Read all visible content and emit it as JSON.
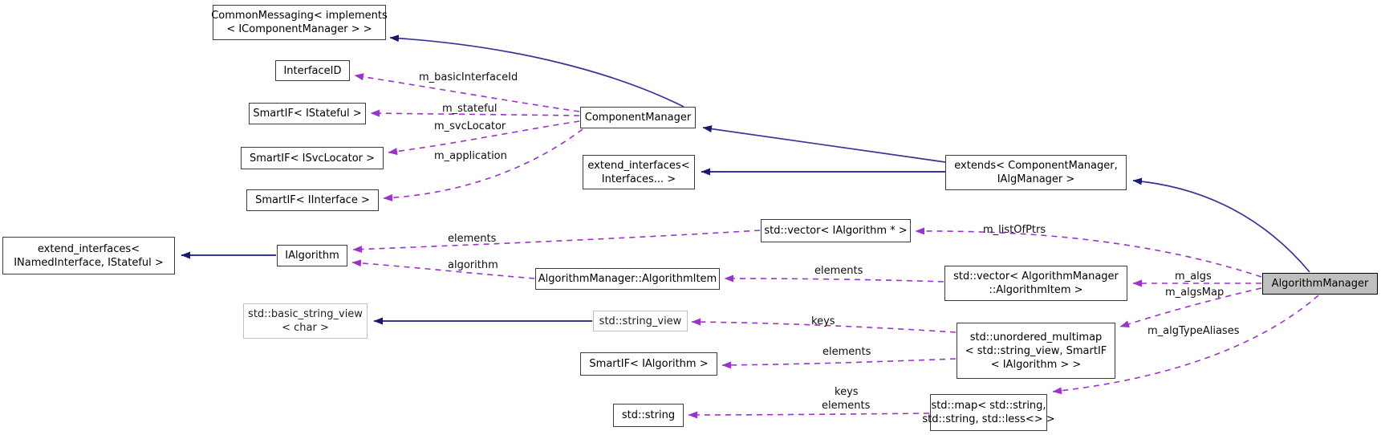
{
  "diagram": {
    "type": "doxygen-collaboration-graph",
    "focus_class": "AlgorithmManager",
    "colors": {
      "inheritance_edge": "#191970",
      "usage_edge": "#9a32cd",
      "highlight_fill": "#bfbfbf",
      "node_border": "#3c3c3c",
      "external_node_border": "#c0c0c0",
      "background": "#ffffff"
    },
    "nodes": {
      "common_messaging": {
        "lines": [
          "CommonMessaging< implements",
          "< IComponentManager > >"
        ]
      },
      "interface_id": {
        "lines": [
          "InterfaceID"
        ]
      },
      "smartif_istateful": {
        "lines": [
          "SmartIF< IStateful >"
        ]
      },
      "smartif_isvclocator": {
        "lines": [
          "SmartIF< ISvcLocator >"
        ]
      },
      "smartif_iinterface": {
        "lines": [
          "SmartIF< IInterface >"
        ]
      },
      "component_manager": {
        "lines": [
          "ComponentManager"
        ]
      },
      "extend_interfaces_variadic": {
        "lines": [
          "extend_interfaces<",
          "Interfaces... >"
        ]
      },
      "extends_cm": {
        "lines": [
          "extends< ComponentManager,",
          "IAlgManager >"
        ]
      },
      "extend_interfaces_named": {
        "lines": [
          "extend_interfaces<",
          "INamedInterface, IStateful >"
        ]
      },
      "ialgorithm": {
        "lines": [
          "IAlgorithm"
        ]
      },
      "algorithm_item": {
        "lines": [
          "AlgorithmManager::AlgorithmItem"
        ]
      },
      "vector_ialgorithm_ptr": {
        "lines": [
          "std::vector< IAlgorithm * >"
        ]
      },
      "vector_algorithm_item": {
        "lines": [
          "std::vector< AlgorithmManager",
          "::AlgorithmItem >"
        ]
      },
      "basic_string_view": {
        "lines": [
          "std::basic_string_view",
          "< char >"
        ]
      },
      "string_view": {
        "lines": [
          "std::string_view"
        ]
      },
      "smartif_ialgorithm": {
        "lines": [
          "SmartIF< IAlgorithm >"
        ]
      },
      "unordered_multimap": {
        "lines": [
          "std::unordered_multimap",
          "< std::string_view, SmartIF",
          "< IAlgorithm > >"
        ]
      },
      "std_string": {
        "lines": [
          "std::string"
        ]
      },
      "std_map": {
        "lines": [
          "std::map< std::string,",
          "std::string, std::less<> >"
        ]
      },
      "algorithm_manager": {
        "lines": [
          "AlgorithmManager"
        ]
      }
    },
    "edge_labels": {
      "m_basicInterfaceId": "m_basicInterfaceId",
      "m_stateful": "m_stateful",
      "m_svcLocator": "m_svcLocator",
      "m_application": "m_application",
      "elements_to_ialgorithm": "elements",
      "algorithm": "algorithm",
      "elements_to_algorithmitem": "elements",
      "m_listOfPtrs": "m_listOfPtrs",
      "m_algs": "m_algs",
      "m_algsMap": "m_algsMap",
      "m_algTypeAliases": "m_algTypeAliases",
      "keys_to_string_view": "keys",
      "elements_to_smartif_ialgorithm": "elements",
      "keys_to_string": "keys",
      "elements_to_string": "elements"
    },
    "relations": [
      {
        "from": "ComponentManager",
        "to": "CommonMessaging< implements< IComponentManager > >",
        "type": "inheritance"
      },
      {
        "from": "extends< ComponentManager, IAlgManager >",
        "to": "ComponentManager",
        "type": "inheritance"
      },
      {
        "from": "extends< ComponentManager, IAlgManager >",
        "to": "extend_interfaces< Interfaces... >",
        "type": "inheritance"
      },
      {
        "from": "AlgorithmManager",
        "to": "extends< ComponentManager, IAlgManager >",
        "type": "inheritance"
      },
      {
        "from": "IAlgorithm",
        "to": "extend_interfaces< INamedInterface, IStateful >",
        "type": "inheritance"
      },
      {
        "from": "std::string_view",
        "to": "std::basic_string_view< char >",
        "type": "inheritance"
      },
      {
        "from": "ComponentManager",
        "to": "InterfaceID",
        "type": "usage",
        "label": "m_basicInterfaceId"
      },
      {
        "from": "ComponentManager",
        "to": "SmartIF< IStateful >",
        "type": "usage",
        "label": "m_stateful"
      },
      {
        "from": "ComponentManager",
        "to": "SmartIF< ISvcLocator >",
        "type": "usage",
        "label": "m_svcLocator"
      },
      {
        "from": "ComponentManager",
        "to": "SmartIF< IInterface >",
        "type": "usage",
        "label": "m_application"
      },
      {
        "from": "std::vector< IAlgorithm * >",
        "to": "IAlgorithm",
        "type": "usage",
        "label": "elements"
      },
      {
        "from": "AlgorithmManager::AlgorithmItem",
        "to": "IAlgorithm",
        "type": "usage",
        "label": "algorithm"
      },
      {
        "from": "std::vector< AlgorithmManager::AlgorithmItem >",
        "to": "AlgorithmManager::AlgorithmItem",
        "type": "usage",
        "label": "elements"
      },
      {
        "from": "AlgorithmManager",
        "to": "std::vector< IAlgorithm * >",
        "type": "usage",
        "label": "m_listOfPtrs"
      },
      {
        "from": "AlgorithmManager",
        "to": "std::vector< AlgorithmManager::AlgorithmItem >",
        "type": "usage",
        "label": "m_algs"
      },
      {
        "from": "AlgorithmManager",
        "to": "std::unordered_multimap< std::string_view, SmartIF< IAlgorithm > >",
        "type": "usage",
        "label": "m_algsMap"
      },
      {
        "from": "AlgorithmManager",
        "to": "std::map< std::string, std::string, std::less<> >",
        "type": "usage",
        "label": "m_algTypeAliases"
      },
      {
        "from": "std::unordered_multimap< std::string_view, SmartIF< IAlgorithm > >",
        "to": "std::string_view",
        "type": "usage",
        "label": "keys"
      },
      {
        "from": "std::unordered_multimap< std::string_view, SmartIF< IAlgorithm > >",
        "to": "SmartIF< IAlgorithm >",
        "type": "usage",
        "label": "elements"
      },
      {
        "from": "std::map< std::string, std::string, std::less<> >",
        "to": "std::string",
        "type": "usage",
        "label": "keys, elements"
      }
    ]
  }
}
